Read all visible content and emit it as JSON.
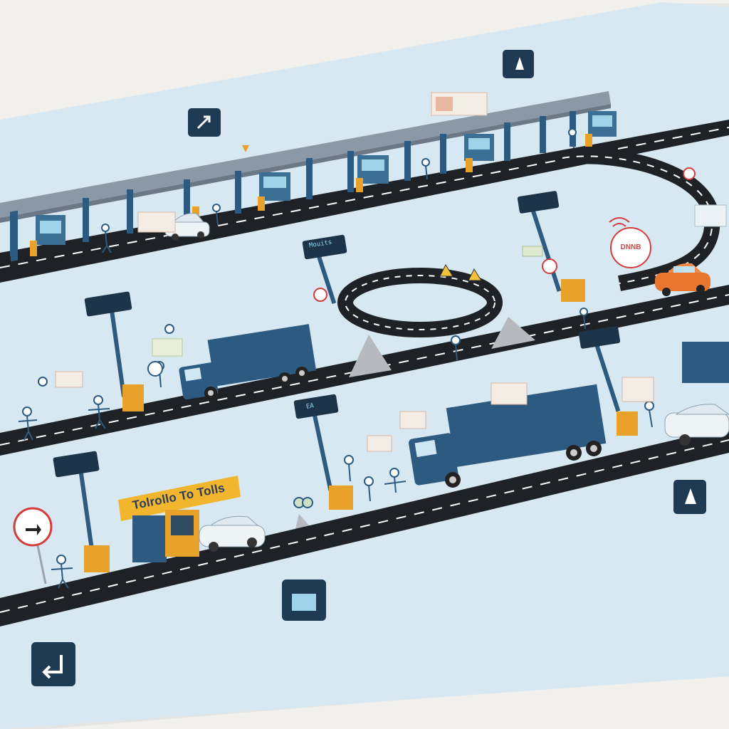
{
  "poster": {
    "booth_sign": "Tolrollo To Tolls",
    "badge_text": "DNNB",
    "sign_text": "Mouits",
    "small_sign": "EA",
    "colors": {
      "paper": "#d9e9f3",
      "road": "#1e2226",
      "lane": "#ffffff",
      "navy": "#2d5a80",
      "orange": "#e8a22a",
      "grey": "#b6b9bd",
      "car_orange": "#e9762e"
    },
    "icons": [
      "arrow-icon",
      "person-icon",
      "return-arrow-icon",
      "wifi-icon",
      "warning-icon",
      "gas-icon"
    ]
  }
}
